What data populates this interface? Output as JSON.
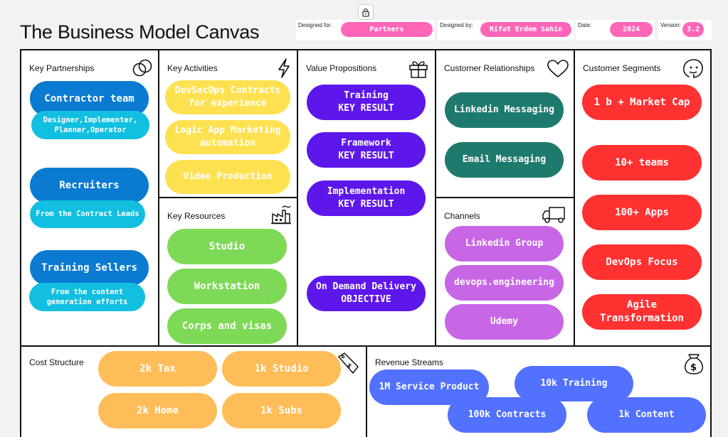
{
  "title": "The Business Model Canvas",
  "meta": {
    "designed_for_label": "Designed for:",
    "designed_for": "Partners",
    "designed_by_label": "Designed by:",
    "designed_by": "Rifat Erdem Sahin",
    "date_label": "Date:",
    "date": "2024",
    "version_label": "Version:",
    "version": "3.2"
  },
  "colors": {
    "blue": "#0a7bd1",
    "cyan": "#12bfe0",
    "yellow": "#fde150",
    "green": "#7ed957",
    "purple": "#5d17eb",
    "teal": "#1f7a6e",
    "lilac": "#c867e6",
    "red": "#ff3131",
    "orange": "#ffbd59",
    "indigo": "#5271ff",
    "pink": "#ff66b8"
  },
  "sections": {
    "key_partnerships": {
      "title": "Key Partnerships",
      "items": [
        "Contractor team",
        "Designer,Implementer,\nPlanner,Operator",
        "Recruiters",
        "From the Contract Leads",
        "Training Sellers",
        "From the content\ngeneration efforts"
      ]
    },
    "key_activities": {
      "title": "Key Activities",
      "items": [
        "DevSecOps Contracts\nfor experience",
        "Logic App Marketing\nautomation",
        "Video Production"
      ]
    },
    "key_resources": {
      "title": "Key Resources",
      "items": [
        "Studio",
        "Workstation",
        "Corps and visas"
      ]
    },
    "value_propositions": {
      "title": "Value Propositions",
      "items": [
        "Training\nKEY RESULT",
        "Framework\nKEY RESULT",
        "Implementation\nKEY RESULT",
        "On Demand Delivery\nOBJECTIVE"
      ]
    },
    "customer_relationships": {
      "title": "Customer Relationships",
      "items": [
        "Linkedin Messaging",
        "Email Messaging"
      ]
    },
    "channels": {
      "title": "Channels",
      "items": [
        "Linkedin Group",
        "devops.engineering",
        "Udemy"
      ]
    },
    "customer_segments": {
      "title": "Customer Segments",
      "items": [
        "1 b + Market Cap",
        "10+ teams",
        "100+ Apps",
        "DevOps Focus",
        "Agile\nTransformation"
      ]
    },
    "cost_structure": {
      "title": "Cost Structure",
      "items": [
        "2k Tax",
        "1k Studio",
        "2k Home",
        "1k Subs"
      ]
    },
    "revenue_streams": {
      "title": "Revenue Streams",
      "items": [
        "1M Service Product",
        "10k Training",
        "100k Contracts",
        "1k Content"
      ]
    }
  },
  "icons": {
    "lock": "lock-icon",
    "key_partnerships": "chain-link-icon",
    "key_activities": "lightning-icon",
    "value_propositions": "gift-icon",
    "customer_relationships": "heart-icon",
    "customer_segments": "face-icon",
    "key_resources": "factory-icon",
    "channels": "delivery-truck-icon",
    "cost_structure": "price-tag-icon",
    "revenue_streams": "money-bag-icon"
  }
}
